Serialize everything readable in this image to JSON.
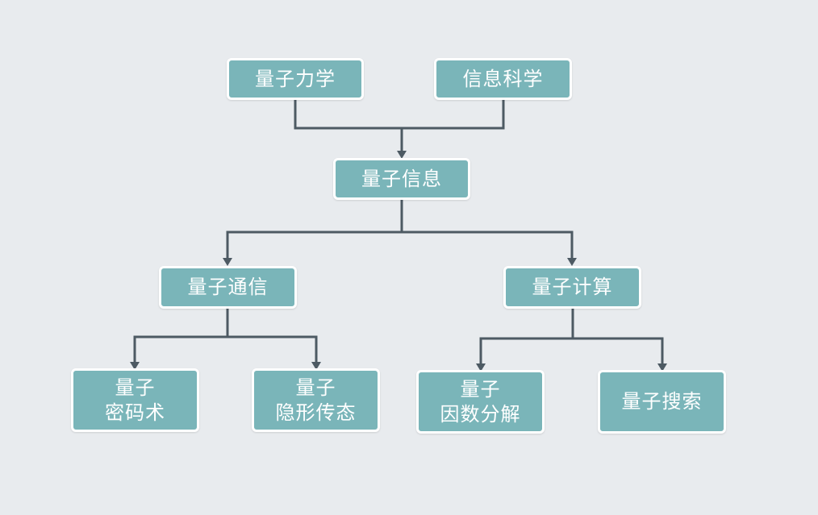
{
  "colors": {
    "background": "#e8ebee",
    "node_fill": "#7ab5b9",
    "node_border": "#ffffff",
    "node_text": "#ffffff",
    "connector": "#4d5a63"
  },
  "nodes": {
    "quantum_mechanics": {
      "lines": [
        "量子力学"
      ]
    },
    "information_science": {
      "lines": [
        "信息科学"
      ]
    },
    "quantum_information": {
      "lines": [
        "量子信息"
      ]
    },
    "quantum_communication": {
      "lines": [
        "量子通信"
      ]
    },
    "quantum_computing": {
      "lines": [
        "量子计算"
      ]
    },
    "quantum_cryptography": {
      "lines": [
        "量子",
        "密码术"
      ]
    },
    "quantum_teleportation": {
      "lines": [
        "量子",
        "隐形传态"
      ]
    },
    "quantum_factoring": {
      "lines": [
        "量子",
        "因数分解"
      ]
    },
    "quantum_search": {
      "lines": [
        "量子搜索"
      ]
    }
  },
  "edges": [
    {
      "from": [
        "quantum_mechanics",
        "information_science"
      ],
      "to": "quantum_information"
    },
    {
      "from": [
        "quantum_information"
      ],
      "to": "quantum_communication"
    },
    {
      "from": [
        "quantum_information"
      ],
      "to": "quantum_computing"
    },
    {
      "from": [
        "quantum_communication"
      ],
      "to": "quantum_cryptography"
    },
    {
      "from": [
        "quantum_communication"
      ],
      "to": "quantum_teleportation"
    },
    {
      "from": [
        "quantum_computing"
      ],
      "to": "quantum_factoring"
    },
    {
      "from": [
        "quantum_computing"
      ],
      "to": "quantum_search"
    }
  ]
}
